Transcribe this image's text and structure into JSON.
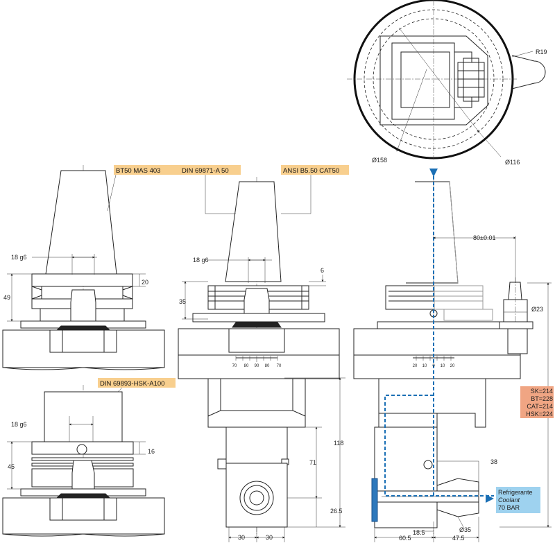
{
  "tags": {
    "bt50": "BT50 MAS 403",
    "din69871": "DIN 69871-A 50",
    "ansi": "ANSI B5.50 CAT50",
    "hsk": "DIN 69893-HSK-A100"
  },
  "dimensions": {
    "d18g6": "18 g6",
    "d20": "20",
    "d49": "49",
    "d6": "6",
    "d35": "35",
    "d16": "16",
    "d45": "45",
    "d118": "118",
    "d71": "71",
    "d26_5": "26.5",
    "d30": "30",
    "r19": "R19",
    "o158": "Ø158",
    "o116": "Ø116",
    "d80": "80±0.01",
    "o23": "Ø23",
    "d38": "38",
    "d18_5": "18.5",
    "o35": "Ø35",
    "d60_5": "60.5",
    "d47_5": "47.5"
  },
  "scale": {
    "labels": [
      "70",
      "80",
      "90",
      "80",
      "70"
    ],
    "labels_right": [
      "20",
      "10",
      "0",
      "10",
      "20"
    ]
  },
  "lengths_box": {
    "lines": [
      "SK=214",
      "BT=228",
      "CAT=214",
      "HSK=224"
    ]
  },
  "coolant_box": {
    "line1": "Refrigerante",
    "line2": "Coolant",
    "line3": "70 BAR"
  },
  "colors": {
    "tag_fill": "#f8cf8e",
    "length_box_fill": "#f0a583",
    "coolant_fill": "#9ed2ef",
    "coolant_path": "#1a6fb5"
  }
}
